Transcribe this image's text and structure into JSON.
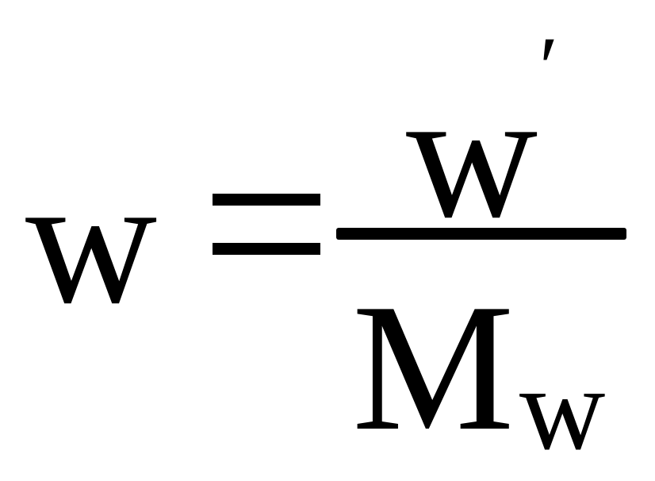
{
  "formula": {
    "lhs": "w",
    "equals": "=",
    "numerator": {
      "symbol": "w",
      "prime": "′"
    },
    "denominator": {
      "symbol": "M",
      "subscript": "w"
    }
  }
}
